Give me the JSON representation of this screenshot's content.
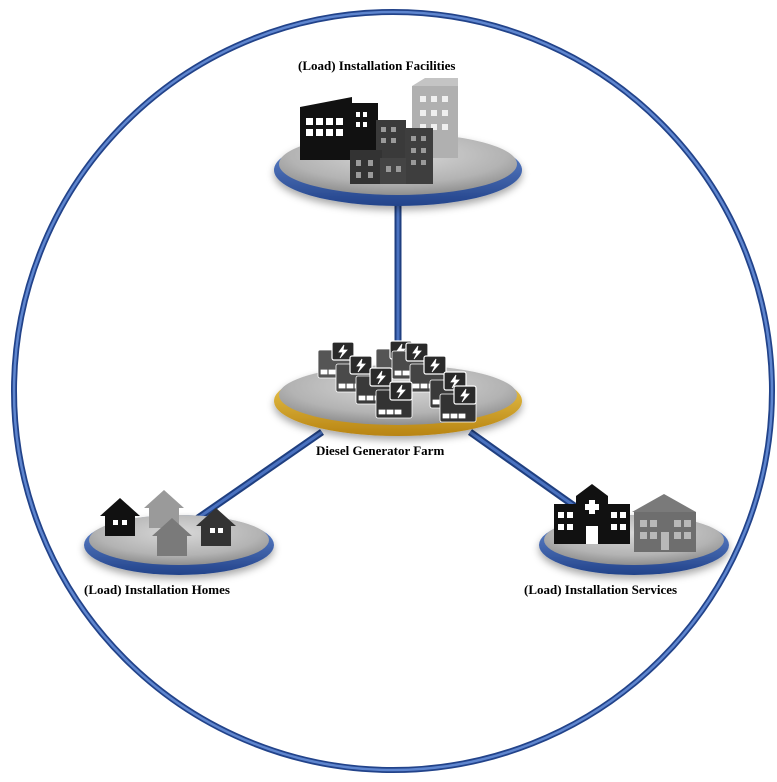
{
  "nodes": {
    "facilities": {
      "label": "(Load) Installation  Facilities"
    },
    "generator": {
      "label": "Diesel Generator Farm"
    },
    "homes": {
      "label": "(Load) Installation  Homes"
    },
    "services": {
      "label": "(Load) Installation  Services"
    }
  },
  "colors": {
    "ring": "#3a62b0",
    "link": "#34579f",
    "disc": "#b8b8b8",
    "generator_rim": "#d9a520"
  }
}
